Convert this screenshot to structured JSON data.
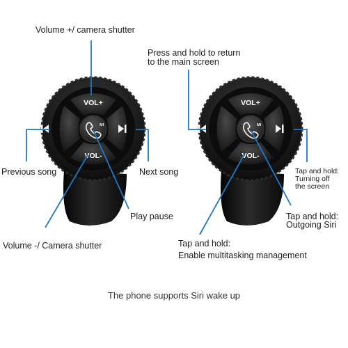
{
  "labels": {
    "volume_plus": "Volume +/ camera shutter",
    "press_hold_return_1": "Press and hold to return",
    "press_hold_return_2": "to the main screen",
    "previous_song": "Previous song",
    "next_song": "Next song",
    "play_pause": "Play pause",
    "volume_minus": "Volume -/ Camera shutter",
    "tap_hold_off_1": "Tap and hold:",
    "tap_hold_off_2": "Turning off",
    "tap_hold_off_3": "the screen",
    "tap_hold_siri_1": "Tap and hold:",
    "tap_hold_siri_2": "Outgoing Siri",
    "tap_hold_multi_1": "Tap and hold:",
    "tap_hold_multi_2": "Enable multitasking management"
  },
  "buttons": {
    "vol_plus": "VOL+",
    "vol_minus": "VOL-",
    "center_badge": "MI"
  },
  "caption": "The phone supports Siri wake up",
  "colors": {
    "callout_line": "#1f78c8",
    "device_body": "#111111",
    "button_label": "#ffffff"
  },
  "icons": [
    "previous-track-icon",
    "next-track-icon",
    "phone-call-icon"
  ]
}
